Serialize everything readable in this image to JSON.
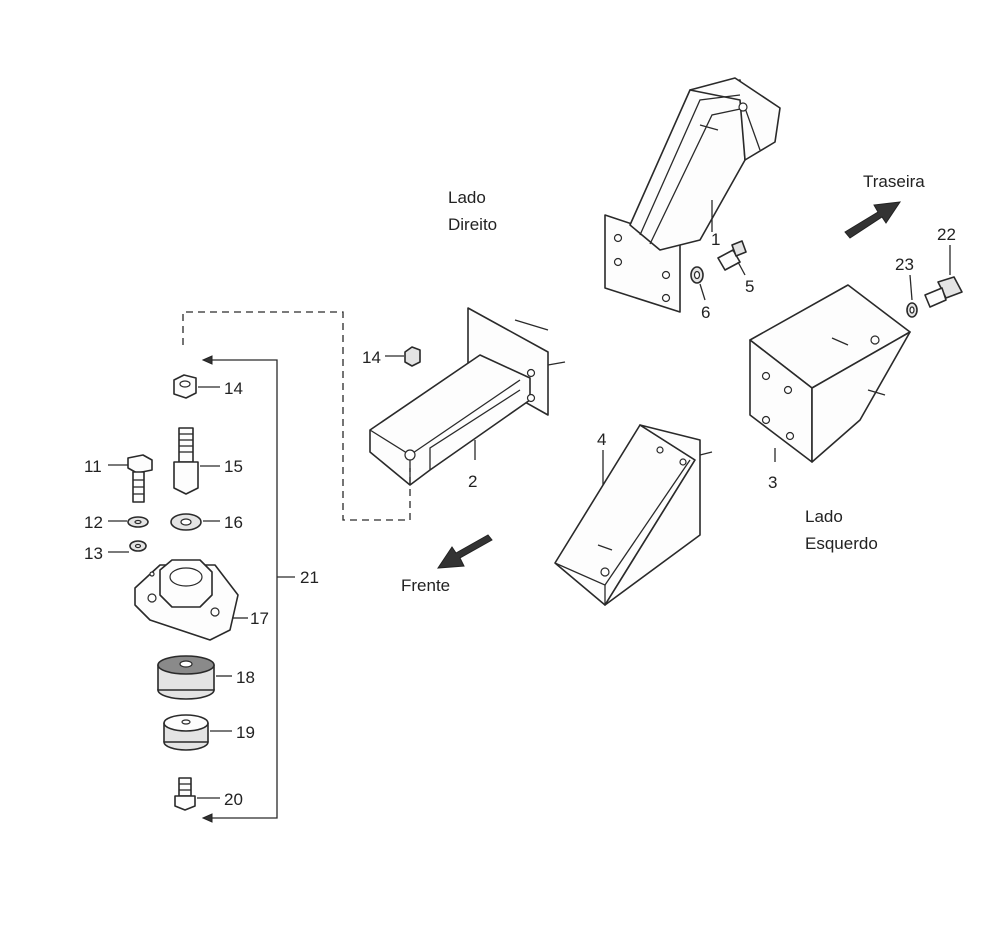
{
  "labels": {
    "lado_direito_1": "Lado",
    "lado_direito_2": "Direito",
    "lado_esquerdo_1": "Lado",
    "lado_esquerdo_2": "Esquerdo",
    "traseira": "Traseira",
    "frente": "Frente"
  },
  "callouts": {
    "n1": "1",
    "n2": "2",
    "n3": "3",
    "n4": "4",
    "n5": "5",
    "n6": "6",
    "n11": "11",
    "n12": "12",
    "n13": "13",
    "n14a": "14",
    "n14b": "14",
    "n15": "15",
    "n16": "16",
    "n17": "17",
    "n18": "18",
    "n19": "19",
    "n20": "20",
    "n21": "21",
    "n22": "22",
    "n23": "23"
  },
  "colors": {
    "line": "#2a2a2a",
    "arrow": "#222222",
    "background": "#ffffff"
  }
}
